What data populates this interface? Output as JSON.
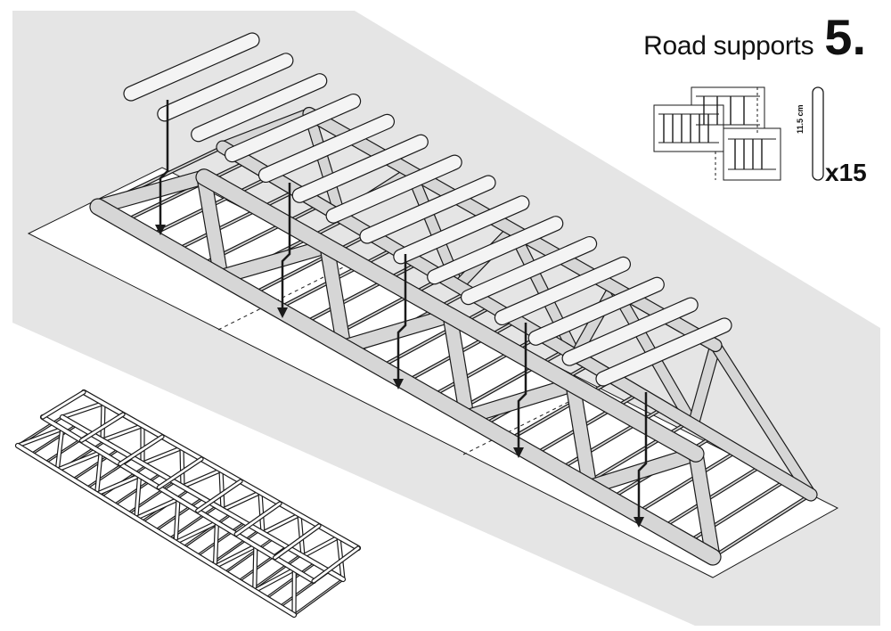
{
  "title": "Road supports",
  "step_number": "5.",
  "part": {
    "length_label": "11.5 cm",
    "quantity_label": "x15",
    "name": "popsicle-stick"
  },
  "colors": {
    "ground": "#e5e5e5",
    "paper": "#ffffff",
    "wood": "#d6d6d6",
    "wood_light": "#f4f4f4",
    "line": "#1a1a1a"
  }
}
